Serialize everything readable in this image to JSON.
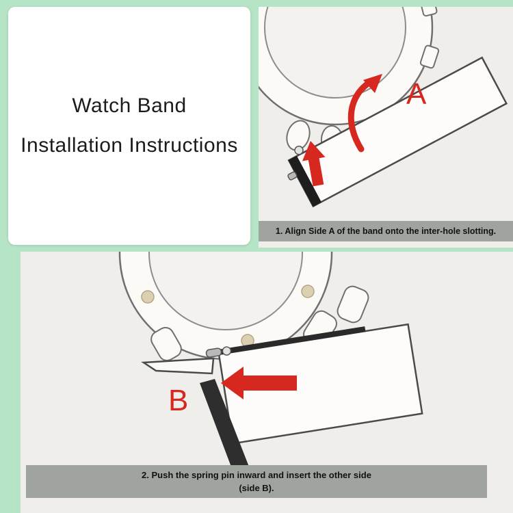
{
  "title": {
    "line1": "Watch Band",
    "line2": "Installation Instructions"
  },
  "steps": [
    {
      "label": "A",
      "caption": "1. Align Side A of the band onto the inter-hole slotting."
    },
    {
      "label": "B",
      "caption_line1": "2. Push the spring pin inward and insert the other side",
      "caption_line2": "(side B)."
    }
  ],
  "icons": {
    "step1": [
      "up-arrow",
      "curved-rotate-arrow"
    ],
    "step2": [
      "left-arrow"
    ]
  },
  "colors": {
    "background": "#b5e4c7",
    "card": "#ffffff",
    "panel": "#efeeea",
    "caption_bar": "#9fa49e",
    "caption_text": "#111111",
    "accent_red": "#d6281f",
    "title_text": "#1b1b1b"
  }
}
